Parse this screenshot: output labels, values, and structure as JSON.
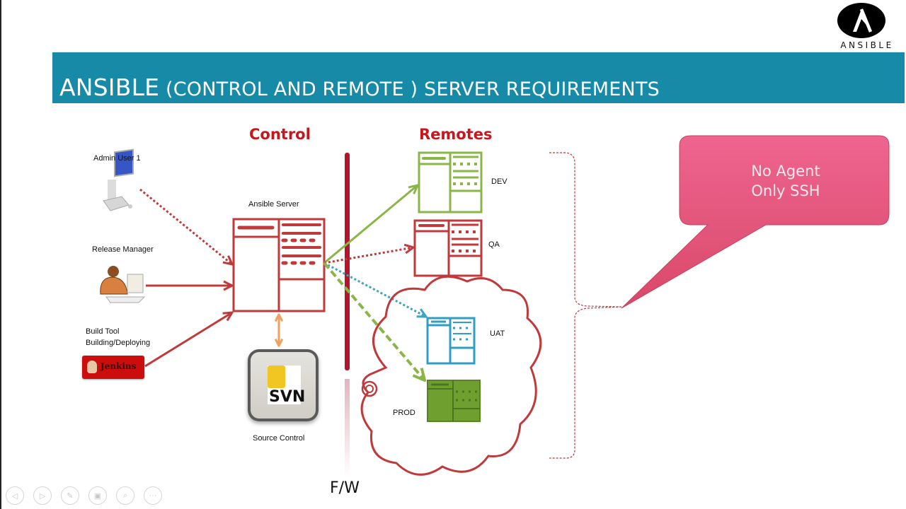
{
  "slide": {
    "title_main": "ANSIBLE",
    "title_rest": " (CONTROL AND REMOTE ) SERVER REQUIREMENTS",
    "logo_word": "ANSIBLE",
    "logo_glyph": "A"
  },
  "headings": {
    "control": "Control",
    "remotes": "Remotes"
  },
  "actors": [
    {
      "label": "Admin User 1",
      "icon": "computer-icon",
      "link": "dotted"
    },
    {
      "label": "Release Manager",
      "icon": "person-at-desk-icon",
      "link": "solid"
    },
    {
      "label_line1": "Build Tool",
      "label_line2": "Building/Deploying",
      "icon": "jenkins-icon",
      "badge": "Jenkins",
      "link": "solid"
    }
  ],
  "control": {
    "server_label": "Ansible Server",
    "source_label": "Source Control",
    "source_badge": "SVN"
  },
  "firewall": {
    "label": "F/W"
  },
  "remotes": [
    {
      "label": "DEV",
      "color": "#8ab547",
      "link": "solid"
    },
    {
      "label": "QA",
      "color": "#c0393b",
      "link": "dotted"
    },
    {
      "label": "UAT",
      "color": "#2f9fc0",
      "link": "dotted",
      "in_cloud": true
    },
    {
      "label": "PROD",
      "color": "#6f9f2e",
      "link": "dashed",
      "in_cloud": true,
      "filled": true
    }
  ],
  "callout": {
    "line1": "No Agent",
    "line2": "Only SSH",
    "color": "#e9557f"
  },
  "colors": {
    "title_bar": "#168aa6",
    "accent_red": "#c0393b",
    "heading_red": "#c8161d",
    "arrow_orange": "#f0a060"
  },
  "nav_controls": [
    {
      "name": "previous-slide",
      "glyph": "◁"
    },
    {
      "name": "next-slide",
      "glyph": "▷"
    },
    {
      "name": "pen-tool",
      "glyph": "✎"
    },
    {
      "name": "slide-sorter",
      "glyph": "▣"
    },
    {
      "name": "zoom",
      "glyph": "⌕"
    },
    {
      "name": "more-options",
      "glyph": "···"
    }
  ]
}
